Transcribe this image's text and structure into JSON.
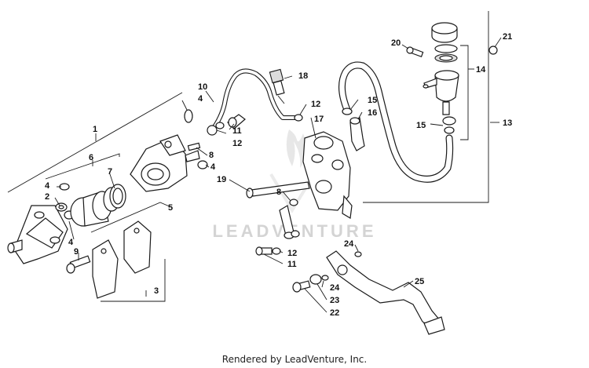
{
  "callouts": {
    "c1": "1",
    "c2": "2",
    "c3": "3",
    "c4a": "4",
    "c4b": "4",
    "c4c": "4",
    "c4d": "4",
    "c5": "5",
    "c6": "6",
    "c7": "7",
    "c8a": "8",
    "c8b": "8",
    "c9": "9",
    "c10": "10",
    "c11a": "11",
    "c11b": "11",
    "c12a": "12",
    "c12b": "12",
    "c12c": "12",
    "c13": "13",
    "c14": "14",
    "c15a": "15",
    "c15b": "15",
    "c16": "16",
    "c17": "17",
    "c18": "18",
    "c19": "19",
    "c20": "20",
    "c21": "21",
    "c22": "22",
    "c23": "23",
    "c24a": "24",
    "c24b": "24",
    "c25": "25"
  },
  "watermark": "LEADVENTURE",
  "footer": "Rendered by LeadVenture, Inc.",
  "icons": [
    "leadventure-logo-icon"
  ],
  "colors": {
    "line": "#1a1a1a",
    "watermark": "#d4d4d4",
    "background": "#ffffff"
  }
}
